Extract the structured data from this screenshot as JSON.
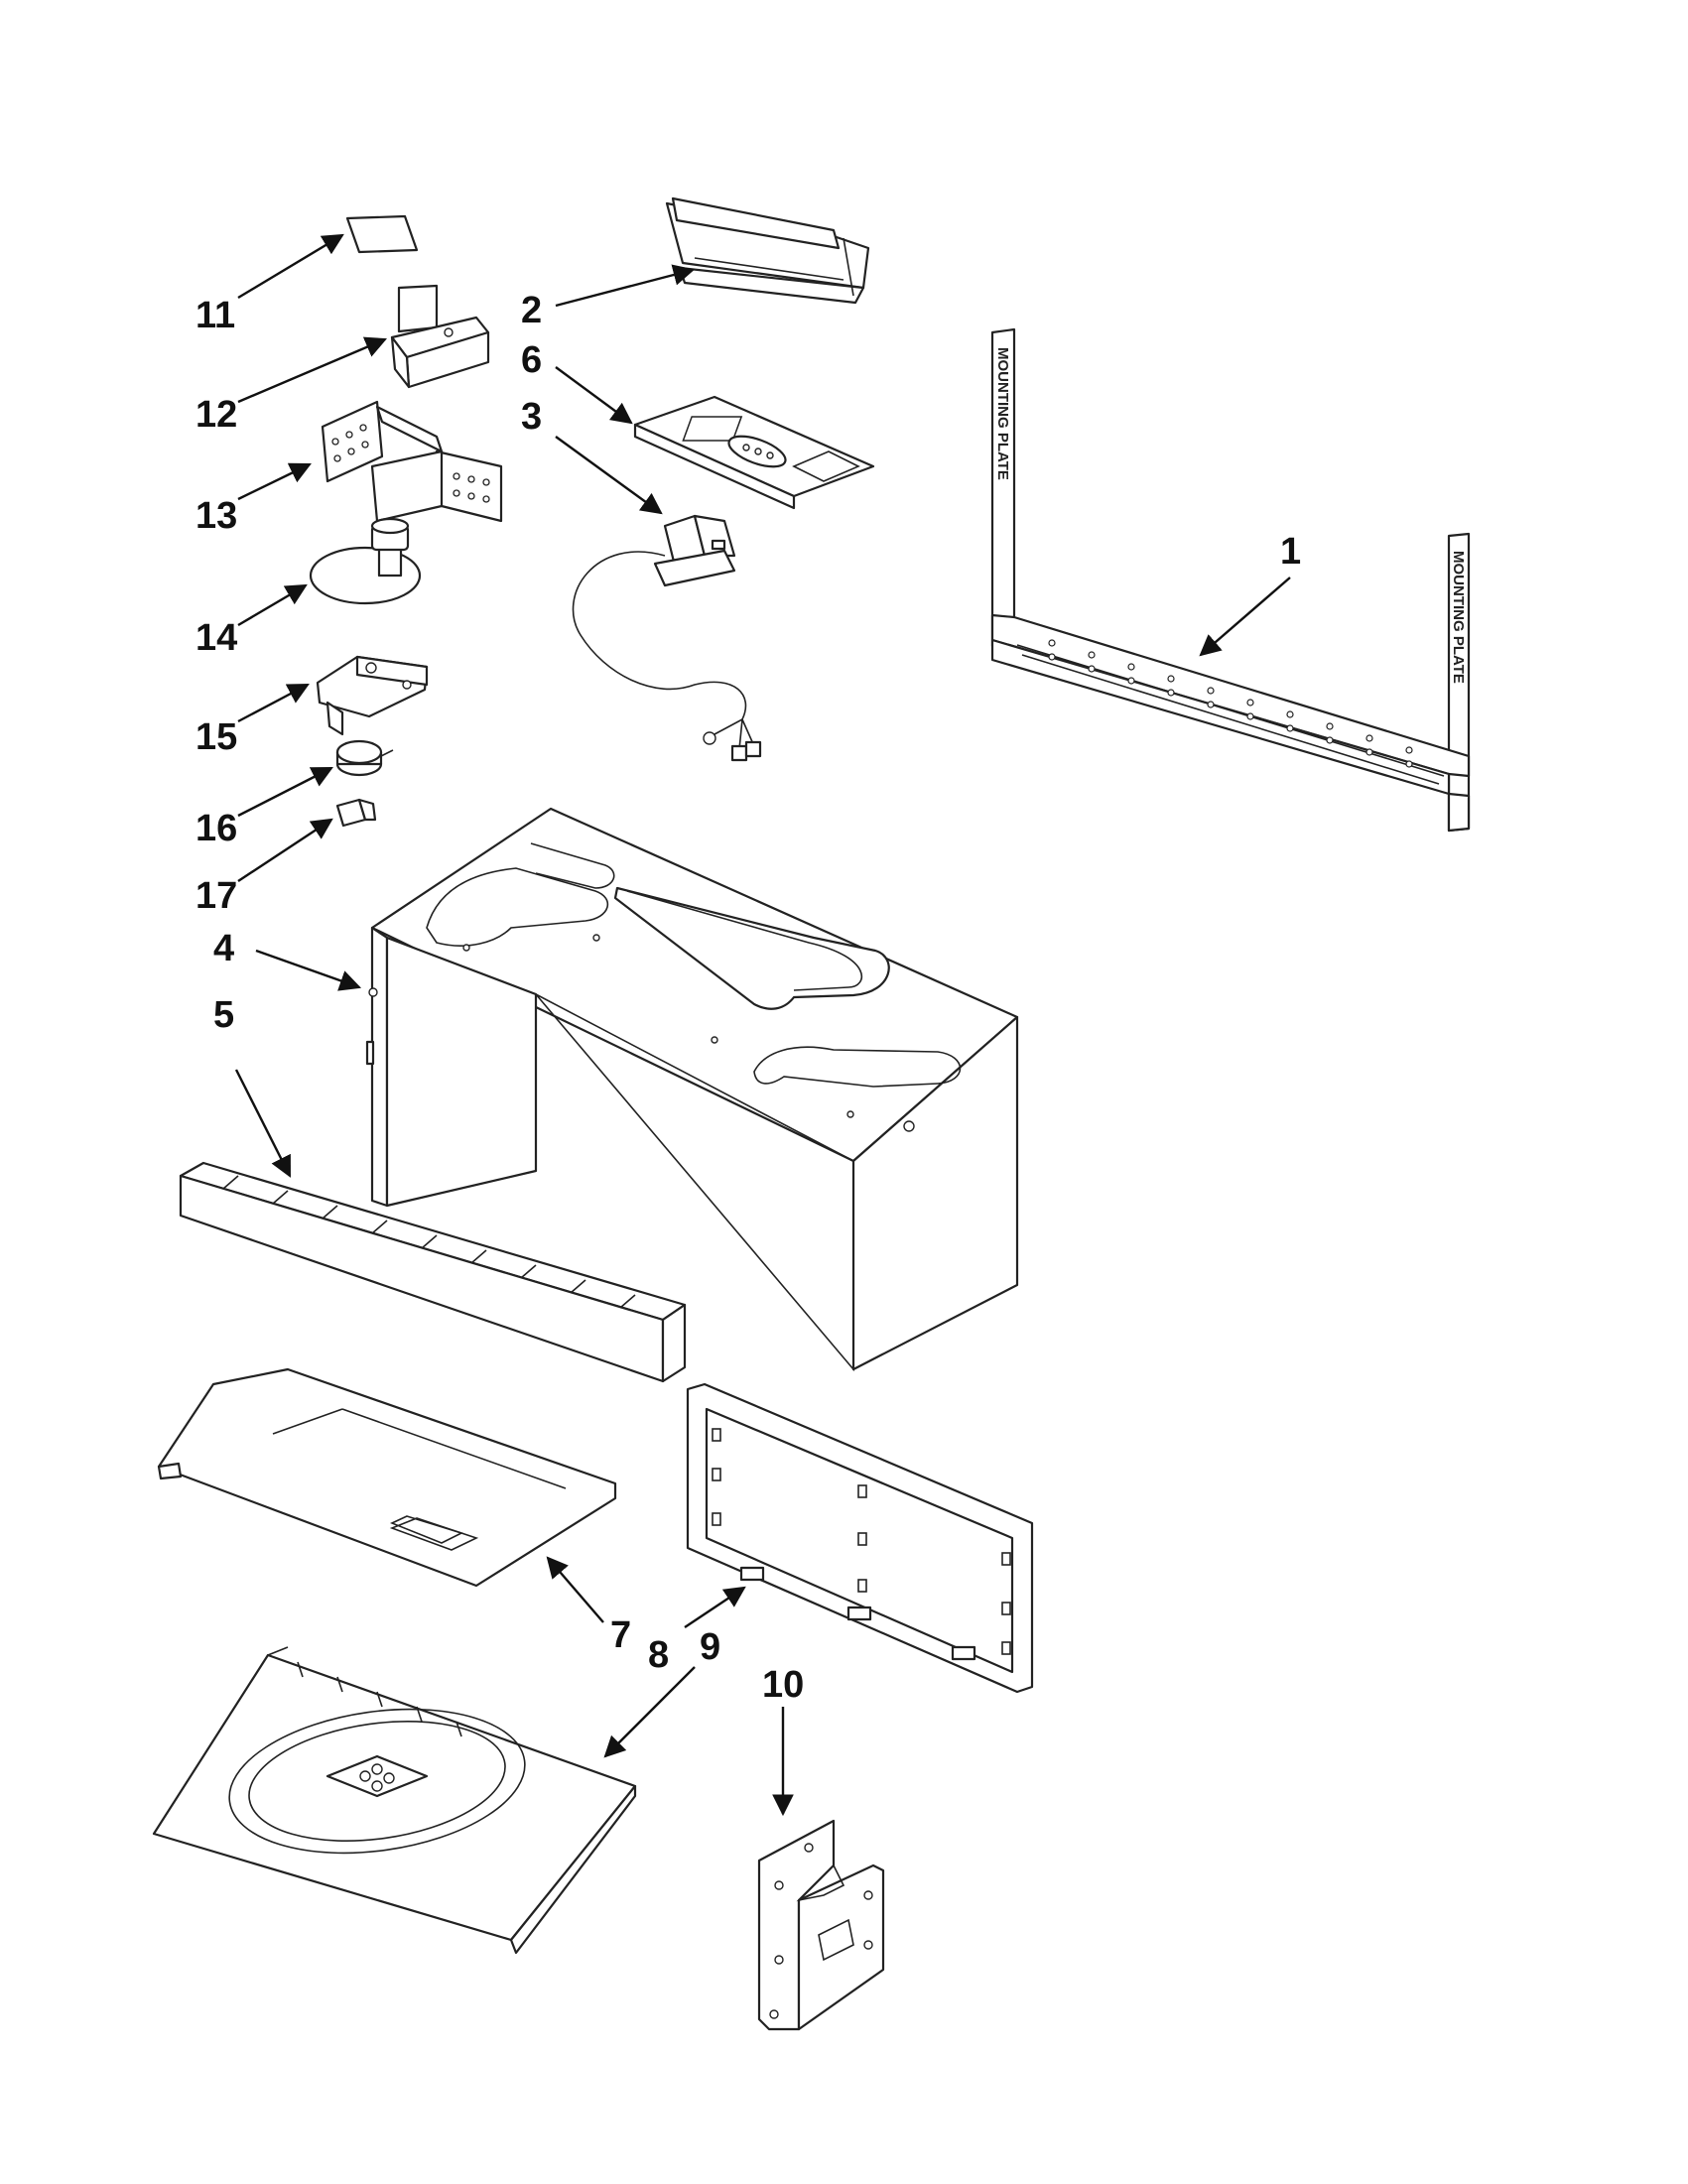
{
  "callouts": {
    "p1": "1",
    "p2": "2",
    "p3": "3",
    "p4": "4",
    "p5": "5",
    "p6": "6",
    "p7": "7",
    "p8": "8",
    "p9": "9",
    "p10": "10",
    "p11": "11",
    "p12": "12",
    "p13": "13",
    "p14": "14",
    "p15": "15",
    "p16": "16",
    "p17": "17"
  },
  "mounting_plate_text": "MOUNTING PLATE"
}
